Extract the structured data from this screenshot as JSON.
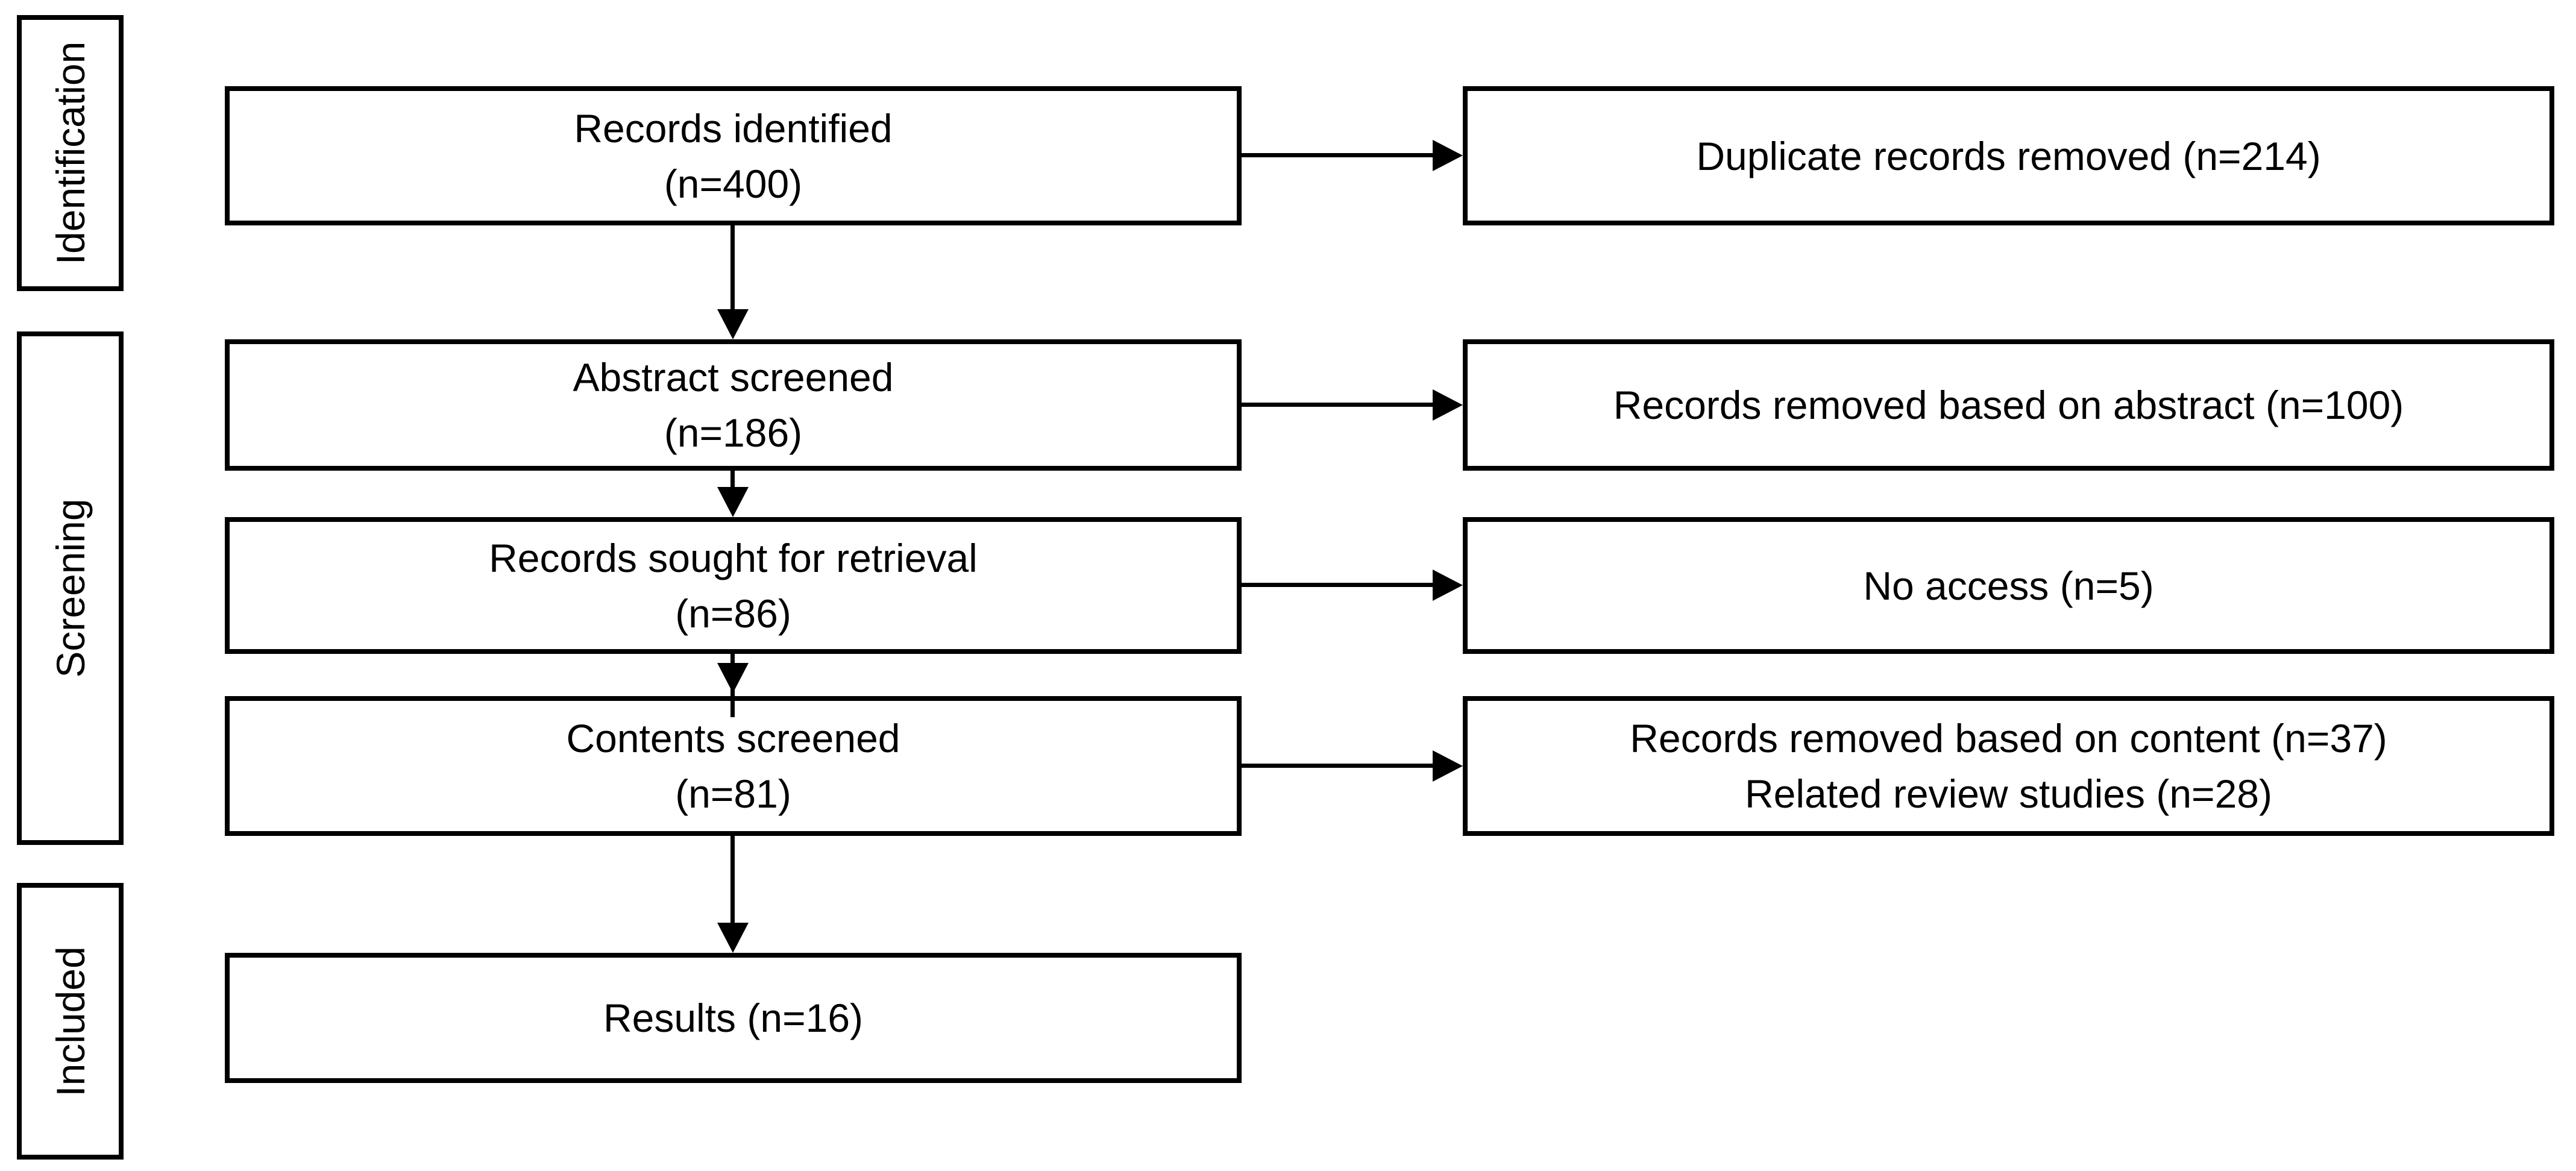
{
  "colors": {
    "ink": "#000000",
    "paper": "#ffffff"
  },
  "phases": {
    "identification": "Identification",
    "screening": "Screening",
    "included": "Included"
  },
  "flow": {
    "records_identified": {
      "title": "Records identified",
      "count": "(n=400)",
      "n": 400
    },
    "abstract_screened": {
      "title": "Abstract screened",
      "count": "(n=186)",
      "n": 186
    },
    "records_sought": {
      "title": "Records sought for retrieval",
      "count": "(n=86)",
      "n": 86
    },
    "contents_screened": {
      "title": "Contents screened",
      "count": "(n=81)",
      "n": 81
    },
    "results": {
      "title": "Results (n=16)",
      "n": 16
    }
  },
  "exclusions": {
    "duplicates": {
      "line1": "Duplicate records removed (n=214)",
      "n": 214
    },
    "abstract_removed": {
      "line1": "Records removed based on abstract (n=100)",
      "n": 100
    },
    "no_access": {
      "line1": "No access (n=5)",
      "n": 5
    },
    "content_removed": {
      "line1": "Records removed based on content (n=37)",
      "line2": "Related review studies (n=28)",
      "n_content": 37,
      "n_related_reviews": 28
    }
  }
}
